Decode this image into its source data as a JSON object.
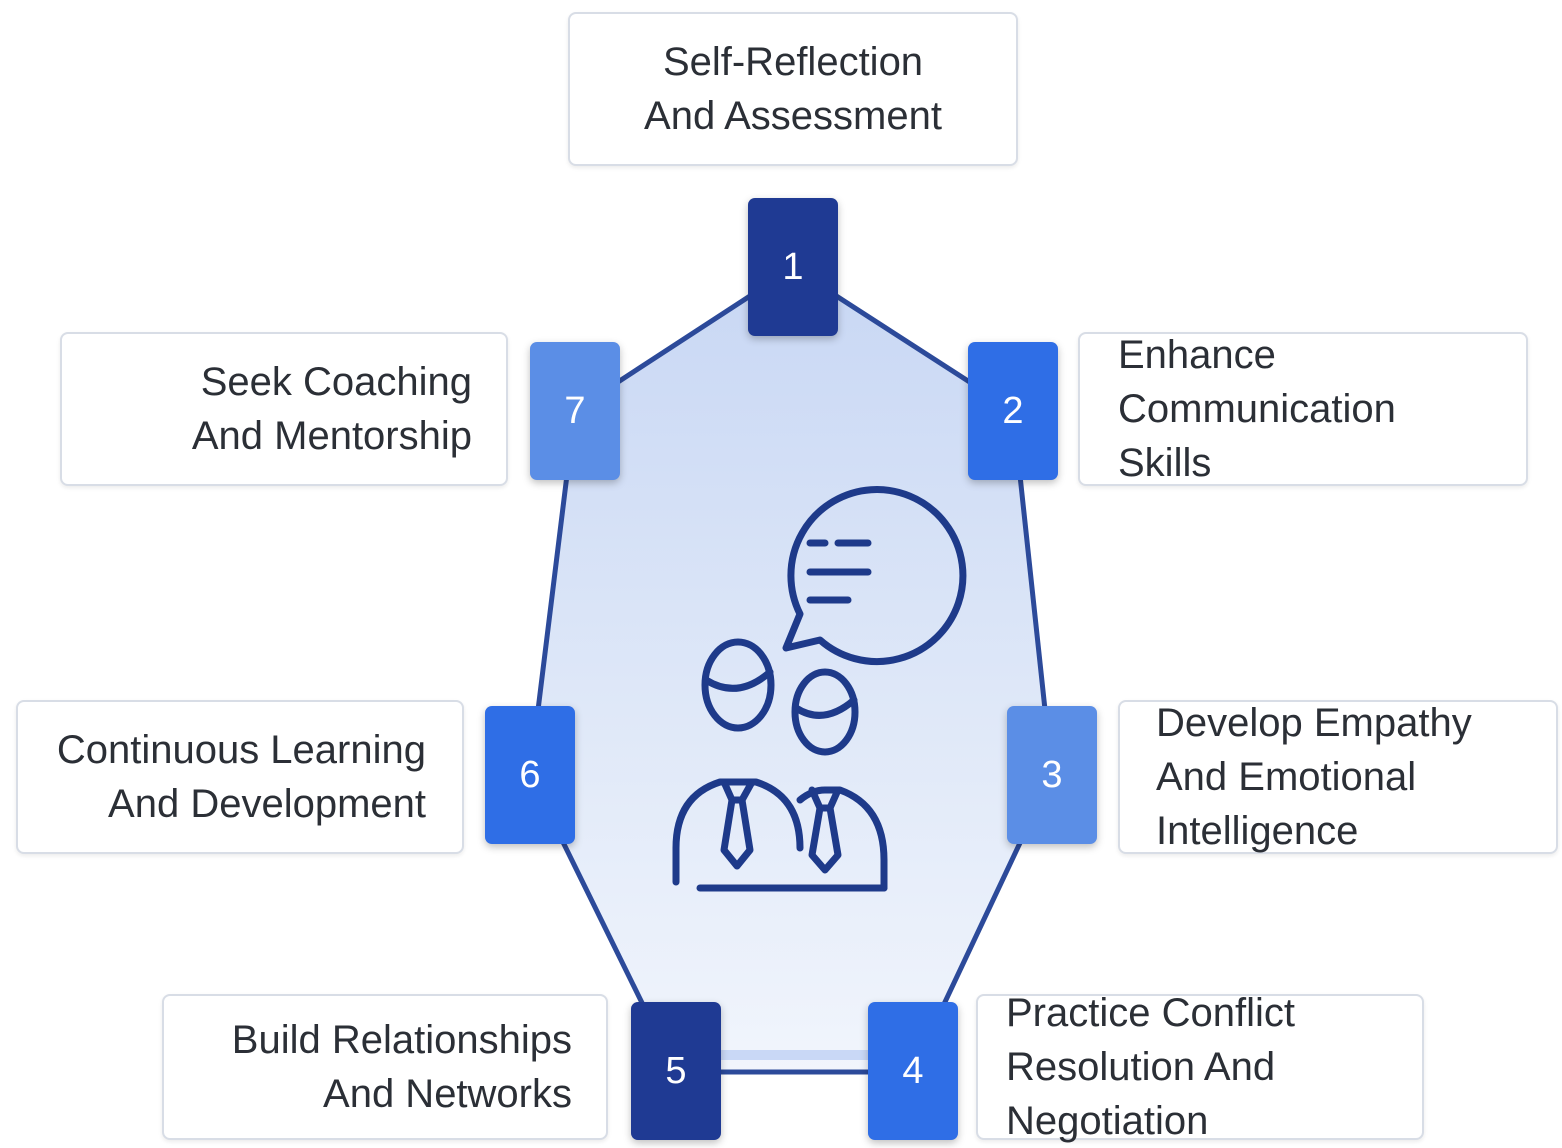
{
  "steps": [
    {
      "number": "1",
      "label": "Self-Reflection And Assessment",
      "color": "#1f3a93"
    },
    {
      "number": "2",
      "label": "Enhance Communication Skills",
      "color": "#2f6ee6"
    },
    {
      "number": "3",
      "label": "Develop Empathy And Emotional Intelligence",
      "color": "#5b8ee6"
    },
    {
      "number": "4",
      "label": "Practice Conflict Resolution And Negotiation",
      "color": "#2f6ee6"
    },
    {
      "number": "5",
      "label": "Build Relationships And Networks",
      "color": "#1f3a93"
    },
    {
      "number": "6",
      "label": "Continuous Learning And Development",
      "color": "#2f6ee6"
    },
    {
      "number": "7",
      "label": "Seek Coaching And Mentorship",
      "color": "#5b8ee6"
    }
  ],
  "center_icon": "two-people-speech-bubble-icon",
  "colors": {
    "outline": "#233a7a",
    "fill_top": "#eaf0fb",
    "fill_bottom": "#c5d6f3"
  }
}
